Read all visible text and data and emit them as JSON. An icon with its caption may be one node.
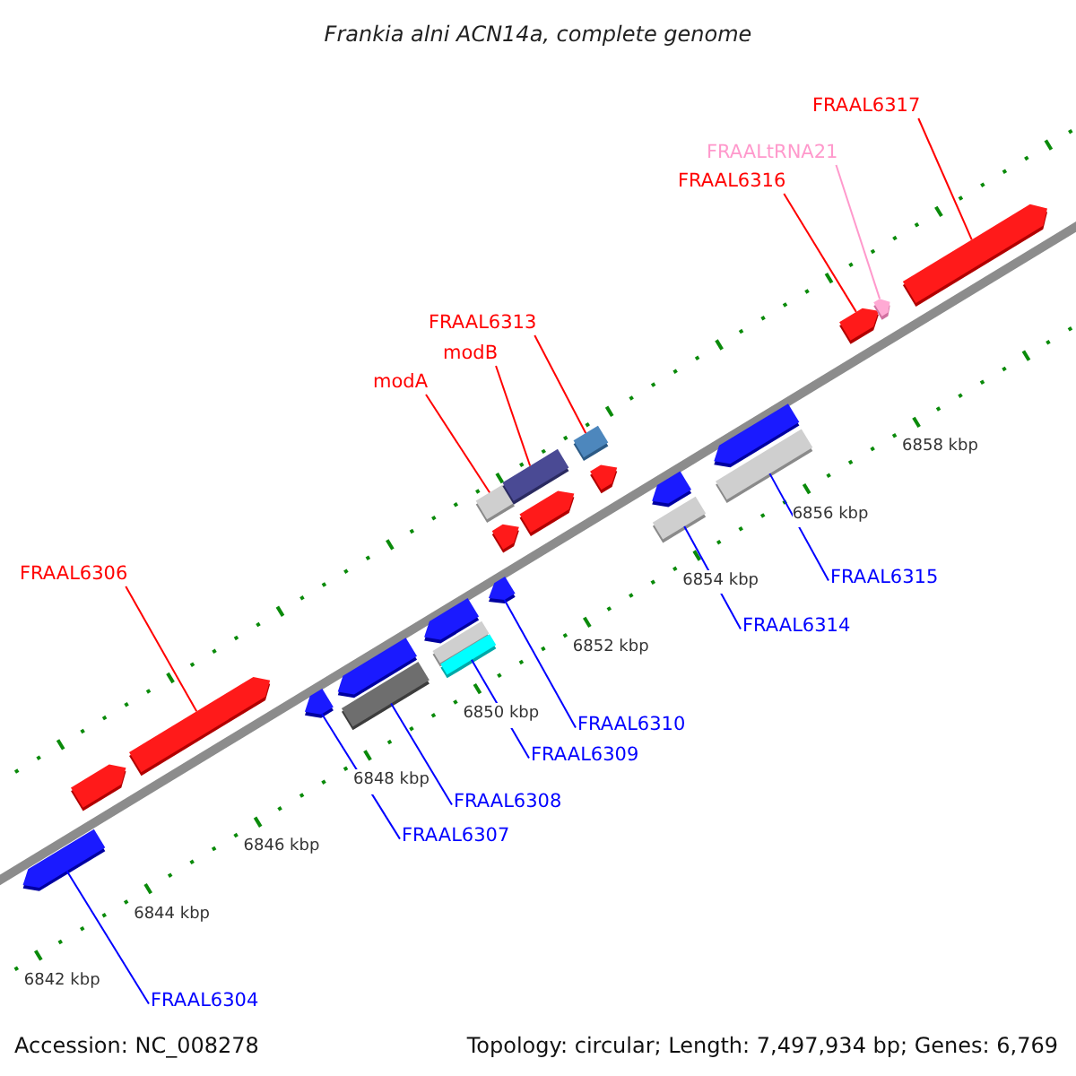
{
  "diagram": {
    "title": "Frankia alni ACN14a, complete genome",
    "nodes": [
      {
        "text": [
          "FRAAL6317"
        ]
      },
      {
        "text": [
          "FRAALtRNA21"
        ]
      },
      {
        "text": [
          "FRAAL6316"
        ]
      },
      {
        "text": [
          "FRAAL6313"
        ]
      },
      {
        "text": [
          "modB"
        ]
      },
      {
        "text": [
          "modA"
        ]
      },
      {
        "text": [
          "FRAAL6306"
        ]
      },
      {
        "text": [
          "FRAAL6315"
        ]
      },
      {
        "text": [
          "FRAAL6314"
        ]
      },
      {
        "text": [
          "FRAAL6310"
        ]
      },
      {
        "text": [
          "FRAAL6309"
        ]
      },
      {
        "text": [
          "FRAAL6308"
        ]
      },
      {
        "text": [
          "FRAAL6307"
        ]
      },
      {
        "text": [
          "FRAAL6304"
        ]
      },
      {
        "text": [],
        "shape": "pentagon"
      },
      {
        "text": [],
        "shape": "pentagon"
      },
      {
        "text": [],
        "shape": "pentagon"
      },
      {
        "text": [],
        "shape": "pentagon"
      },
      {
        "text": [],
        "shape": "pentagon"
      },
      {
        "text": [],
        "shape": "bar"
      },
      {
        "text": [],
        "shape": "pentagon"
      },
      {
        "text": [],
        "shape": "bar"
      },
      {
        "text": [],
        "shape": "bar"
      },
      {
        "text": [],
        "shape": "pentagon"
      },
      {
        "text": [],
        "shape": "pentagon"
      },
      {
        "text": [],
        "shape": "bar"
      },
      {
        "text": [],
        "shape": "pentagon"
      },
      {
        "text": [],
        "shape": "bar"
      },
      {
        "text": [],
        "shape": "pentagon"
      },
      {
        "text": [],
        "shape": "bar"
      },
      {
        "text": [],
        "shape": "bar"
      },
      {
        "text": [],
        "shape": "pentagon"
      },
      {
        "text": [],
        "shape": "bar"
      },
      {
        "text": [],
        "shape": "pentagon"
      },
      {
        "text": [],
        "shape": "pentagon"
      },
      {
        "text": [],
        "shape": "pentagon"
      },
      {
        "text": [],
        "shape": "pentagon"
      }
    ],
    "edges": [
      {
        "from": 0,
        "to": 36,
        "arrow": "none",
        "color": "#ff0000"
      },
      {
        "from": 1,
        "to": 35,
        "arrow": "none",
        "color": "#ff99cc"
      },
      {
        "from": 2,
        "to": 34,
        "arrow": "none",
        "color": "#ff0000"
      },
      {
        "from": 3,
        "to": 29,
        "arrow": "none",
        "color": "#ff0000"
      },
      {
        "from": 4,
        "to": 27,
        "arrow": "none",
        "color": "#ff0000"
      },
      {
        "from": 5,
        "to": 25,
        "arrow": "none",
        "color": "#ff0000"
      },
      {
        "from": 6,
        "to": 16,
        "arrow": "none",
        "color": "#ff0000"
      },
      {
        "from": 7,
        "to": 32,
        "arrow": "none"
      },
      {
        "from": 8,
        "to": 30,
        "arrow": "none"
      },
      {
        "from": 9,
        "to": 23,
        "arrow": "none"
      },
      {
        "from": 10,
        "to": 22,
        "arrow": "none"
      },
      {
        "from": 11,
        "to": 19,
        "arrow": "none"
      },
      {
        "from": 12,
        "to": 17,
        "arrow": "none"
      },
      {
        "from": 13,
        "to": 14,
        "arrow": "none"
      }
    ],
    "labels": [
      "6842 kbp",
      "6844 kbp",
      "6846 kbp",
      "6848 kbp",
      "6850 kbp",
      "6852 kbp",
      "6854 kbp",
      "6856 kbp",
      "6858 kbp",
      "Accession: NC_008278",
      "Topology: circular; Length: 7,497,934 bp; Genes: 6,769"
    ]
  }
}
